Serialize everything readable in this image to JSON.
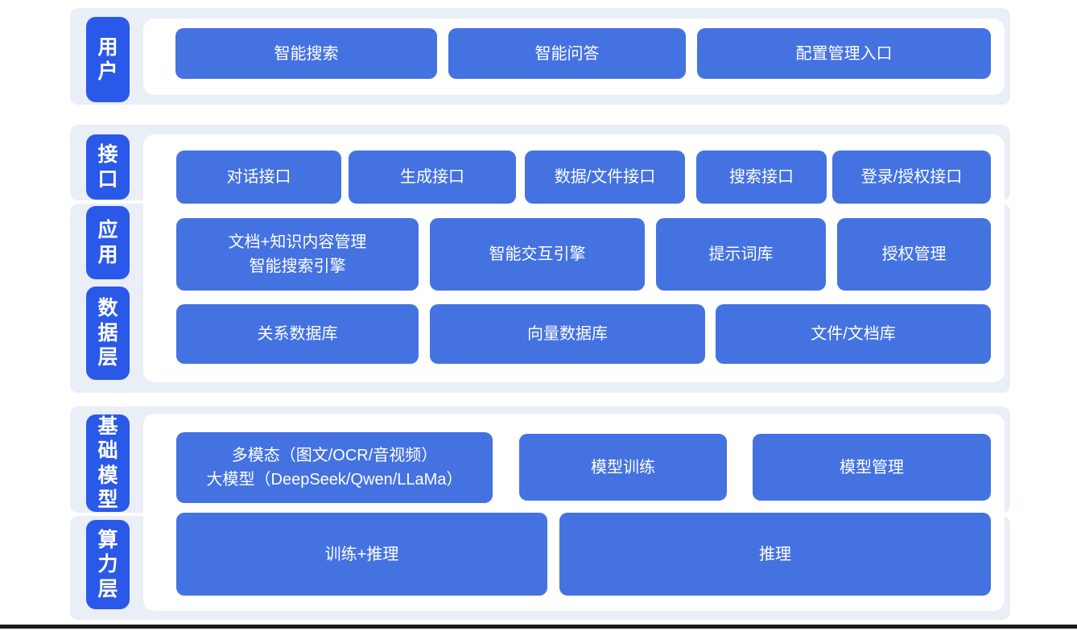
{
  "colors": {
    "layer_tab_blue": "#2a58e8",
    "block_blue": "#4472e1",
    "band_gray": "#e9eef7",
    "panel_white": "#ffffff",
    "footer_bar_dark": "#1b1b1b",
    "text_white": "#ffffff"
  },
  "groups": [
    {
      "tabs": [
        {
          "label": "用户"
        }
      ],
      "rows": [
        {
          "buttons": [
            {
              "label": "智能搜索"
            },
            {
              "label": "智能问答"
            },
            {
              "label": "配置管理入口"
            }
          ]
        }
      ]
    },
    {
      "tabs": [
        {
          "label": "接口"
        },
        {
          "label": "应用"
        },
        {
          "label": "数据层"
        }
      ],
      "rows": [
        {
          "buttons": [
            {
              "label": "对话接口"
            },
            {
              "label": "生成接口"
            },
            {
              "label": "数据/文件接口"
            },
            {
              "label": "搜索接口"
            },
            {
              "label": "登录/授权接口"
            }
          ]
        },
        {
          "buttons": [
            {
              "label": "文档+知识内容管理\n智能搜索引擎"
            },
            {
              "label": "智能交互引擎"
            },
            {
              "label": "提示词库"
            },
            {
              "label": "授权管理"
            }
          ]
        },
        {
          "buttons": [
            {
              "label": "关系数据库"
            },
            {
              "label": "向量数据库"
            },
            {
              "label": "文件/文档库"
            }
          ]
        }
      ]
    },
    {
      "tabs": [
        {
          "label": "基础模型"
        },
        {
          "label": "算力层"
        }
      ],
      "rows": [
        {
          "buttons": [
            {
              "label": "多模态（图文/OCR/音视频）\n大模型（DeepSeek/Qwen/LLaMa）"
            },
            {
              "label": "模型训练"
            },
            {
              "label": "模型管理"
            }
          ]
        },
        {
          "buttons": [
            {
              "label": "训练+推理"
            },
            {
              "label": "推理"
            }
          ]
        }
      ]
    }
  ]
}
